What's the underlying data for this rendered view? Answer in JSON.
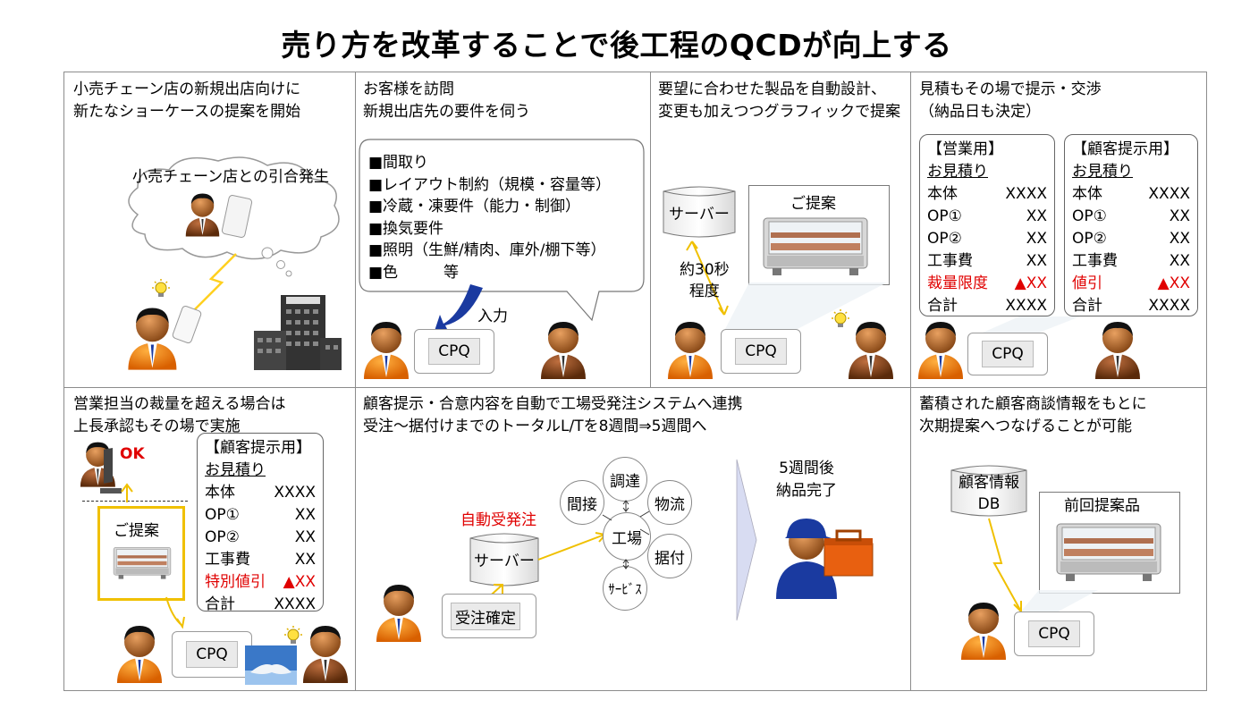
{
  "title": "売り方を改革することで後工程のQCDが向上する",
  "p1": {
    "caption": "小売チェーン店の新規出店向けに\n新たなショーケースの提案を開始",
    "cloud": "小売チェーン店との引合発生"
  },
  "p2": {
    "caption": "お客様を訪問\n新規出店先の要件を伺う",
    "items": [
      "■間取り",
      "■レイアウト制約（規模・容量等）",
      "■冷蔵・凍要件（能力・制御）",
      "■換気要件",
      "■照明（生鮮/精肉、庫外/棚下等）",
      "■色　　　等"
    ],
    "input": "入力",
    "cpq": "CPQ"
  },
  "p3": {
    "caption": "要望に合わせた製品を自動設計、\n変更も加えつつグラフィックで提案",
    "server": "サーバー",
    "time": "約30秒\n程度",
    "proposal": "ご提案",
    "cpq": "CPQ"
  },
  "p4": {
    "caption": "見積もその場で提示・交渉\n（納品日も決定）",
    "sales": {
      "head": "【営業用】",
      "sub": "お見積り",
      "rows": [
        [
          "本体",
          "XXXX"
        ],
        [
          "OP①",
          "XX"
        ],
        [
          "OP②",
          "XX"
        ],
        [
          "工事費",
          "XX"
        ],
        [
          "裁量限度",
          "▲XX"
        ],
        [
          "合計",
          "XXXX"
        ]
      ]
    },
    "cust": {
      "head": "【顧客提示用】",
      "sub": "お見積り",
      "rows": [
        [
          "本体",
          "XXXX"
        ],
        [
          "OP①",
          "XX"
        ],
        [
          "OP②",
          "XX"
        ],
        [
          "工事費",
          "XX"
        ],
        [
          "値引",
          "▲XX"
        ],
        [
          "合計",
          "XXXX"
        ]
      ]
    },
    "cpq": "CPQ"
  },
  "p5": {
    "caption": "営業担当の裁量を超える場合は\n上長承認もその場で実施",
    "ok": "OK",
    "proposal": "ご提案",
    "cust": {
      "head": "【顧客提示用】",
      "sub": "お見積り",
      "rows": [
        [
          "本体",
          "XXXX"
        ],
        [
          "OP①",
          "XX"
        ],
        [
          "OP②",
          "XX"
        ],
        [
          "工事費",
          "XX"
        ],
        [
          "特別値引",
          "▲XX"
        ],
        [
          "合計",
          "XXXX"
        ]
      ]
    },
    "cpq": "CPQ"
  },
  "p6": {
    "caption": "顧客提示・合意内容を自動で工場受発注システムへ連携\n受注～据付けまでのトータルL/Tを8週間⇒5週間へ",
    "auto": "自動受発注",
    "server": "サーバー",
    "order": "受注確定",
    "factory": "工場",
    "nodes": [
      "調達",
      "物流",
      "据付",
      "ｻｰﾋﾞｽ",
      "間接"
    ],
    "delivery": "5週間後\n納品完了"
  },
  "p7": {
    "caption": "蓄積された顧客商談情報をもとに\n次期提案へつなげることが可能",
    "db": "顧客情報\nDB",
    "prev": "前回提案品",
    "cpq": "CPQ"
  }
}
